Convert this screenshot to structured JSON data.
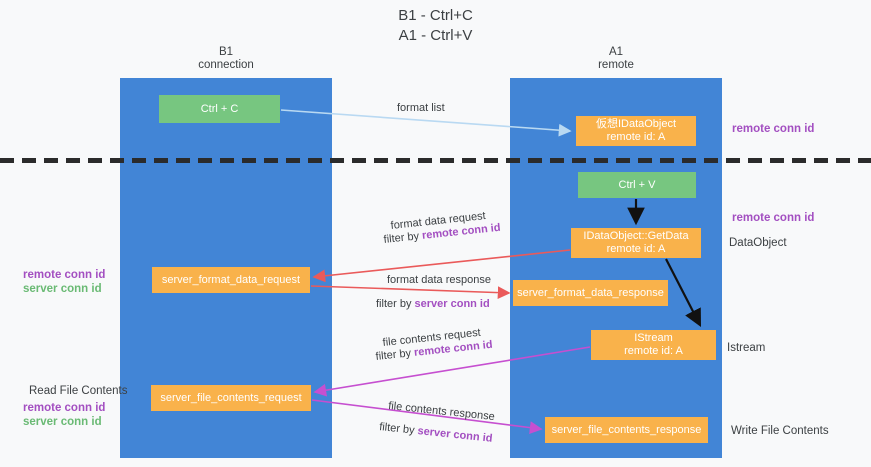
{
  "title": "B1 - Ctrl+C\nA1 - Ctrl+V",
  "colors": {
    "lane": "#4285d6",
    "green_node": "#77c680",
    "orange_node": "#f9b24b",
    "remote_conn_id": "#a34fc1",
    "server_conn_id": "#6aba74",
    "arrow_blue": "#b9d9f2",
    "arrow_red": "#ea5a5a",
    "arrow_black": "#111111",
    "arrow_magenta": "#c64fd0",
    "divider": "#2b2b2b"
  },
  "columns": [
    {
      "name": "b1",
      "header": "B1\nconnection"
    },
    {
      "name": "a1",
      "header": "A1\nremote"
    }
  ],
  "nodes": {
    "ctrl_c": "Ctrl + C",
    "virtual_idataobject": "仮想IDataObject\nremote id: A",
    "ctrl_v": "Ctrl + V",
    "idataobject_getdata": "IDataObject::GetData\nremote id: A",
    "server_format_data_request": "server_format_data_request",
    "server_format_data_response": "server_format_data_response",
    "istream": "IStream\nremote id: A",
    "server_file_contents_request": "server_file_contents_request",
    "server_file_contents_response": "server_file_contents_response"
  },
  "edge_captions": {
    "format_list": "format list",
    "format_data_request": "format data request",
    "format_data_request_filter_prefix": "filter by ",
    "format_data_request_filter_key": "remote conn id",
    "format_data_response": "format data response",
    "format_data_response_filter_prefix": "filter by ",
    "format_data_response_filter_key": "server conn id",
    "file_contents_request": "file contents request",
    "file_contents_request_filter_prefix": "filter by ",
    "file_contents_request_filter_key": "remote conn id",
    "file_contents_response": "file contents response",
    "file_contents_response_filter_prefix": "filter by ",
    "file_contents_response_filter_key": "server conn id"
  },
  "side_labels": {
    "right_remote_conn_id_top": "remote conn id",
    "right_remote_conn_id_mid": "remote conn id",
    "right_dataobject": "DataObject",
    "right_istream": "Istream",
    "right_write_file_contents": "Write File Contents",
    "left_remote_conn_id_1": "remote conn id",
    "left_server_conn_id_1": "server conn id",
    "left_read_file_contents": "Read File Contents",
    "left_remote_conn_id_2": "remote conn id",
    "left_server_conn_id_2": "server conn id"
  }
}
